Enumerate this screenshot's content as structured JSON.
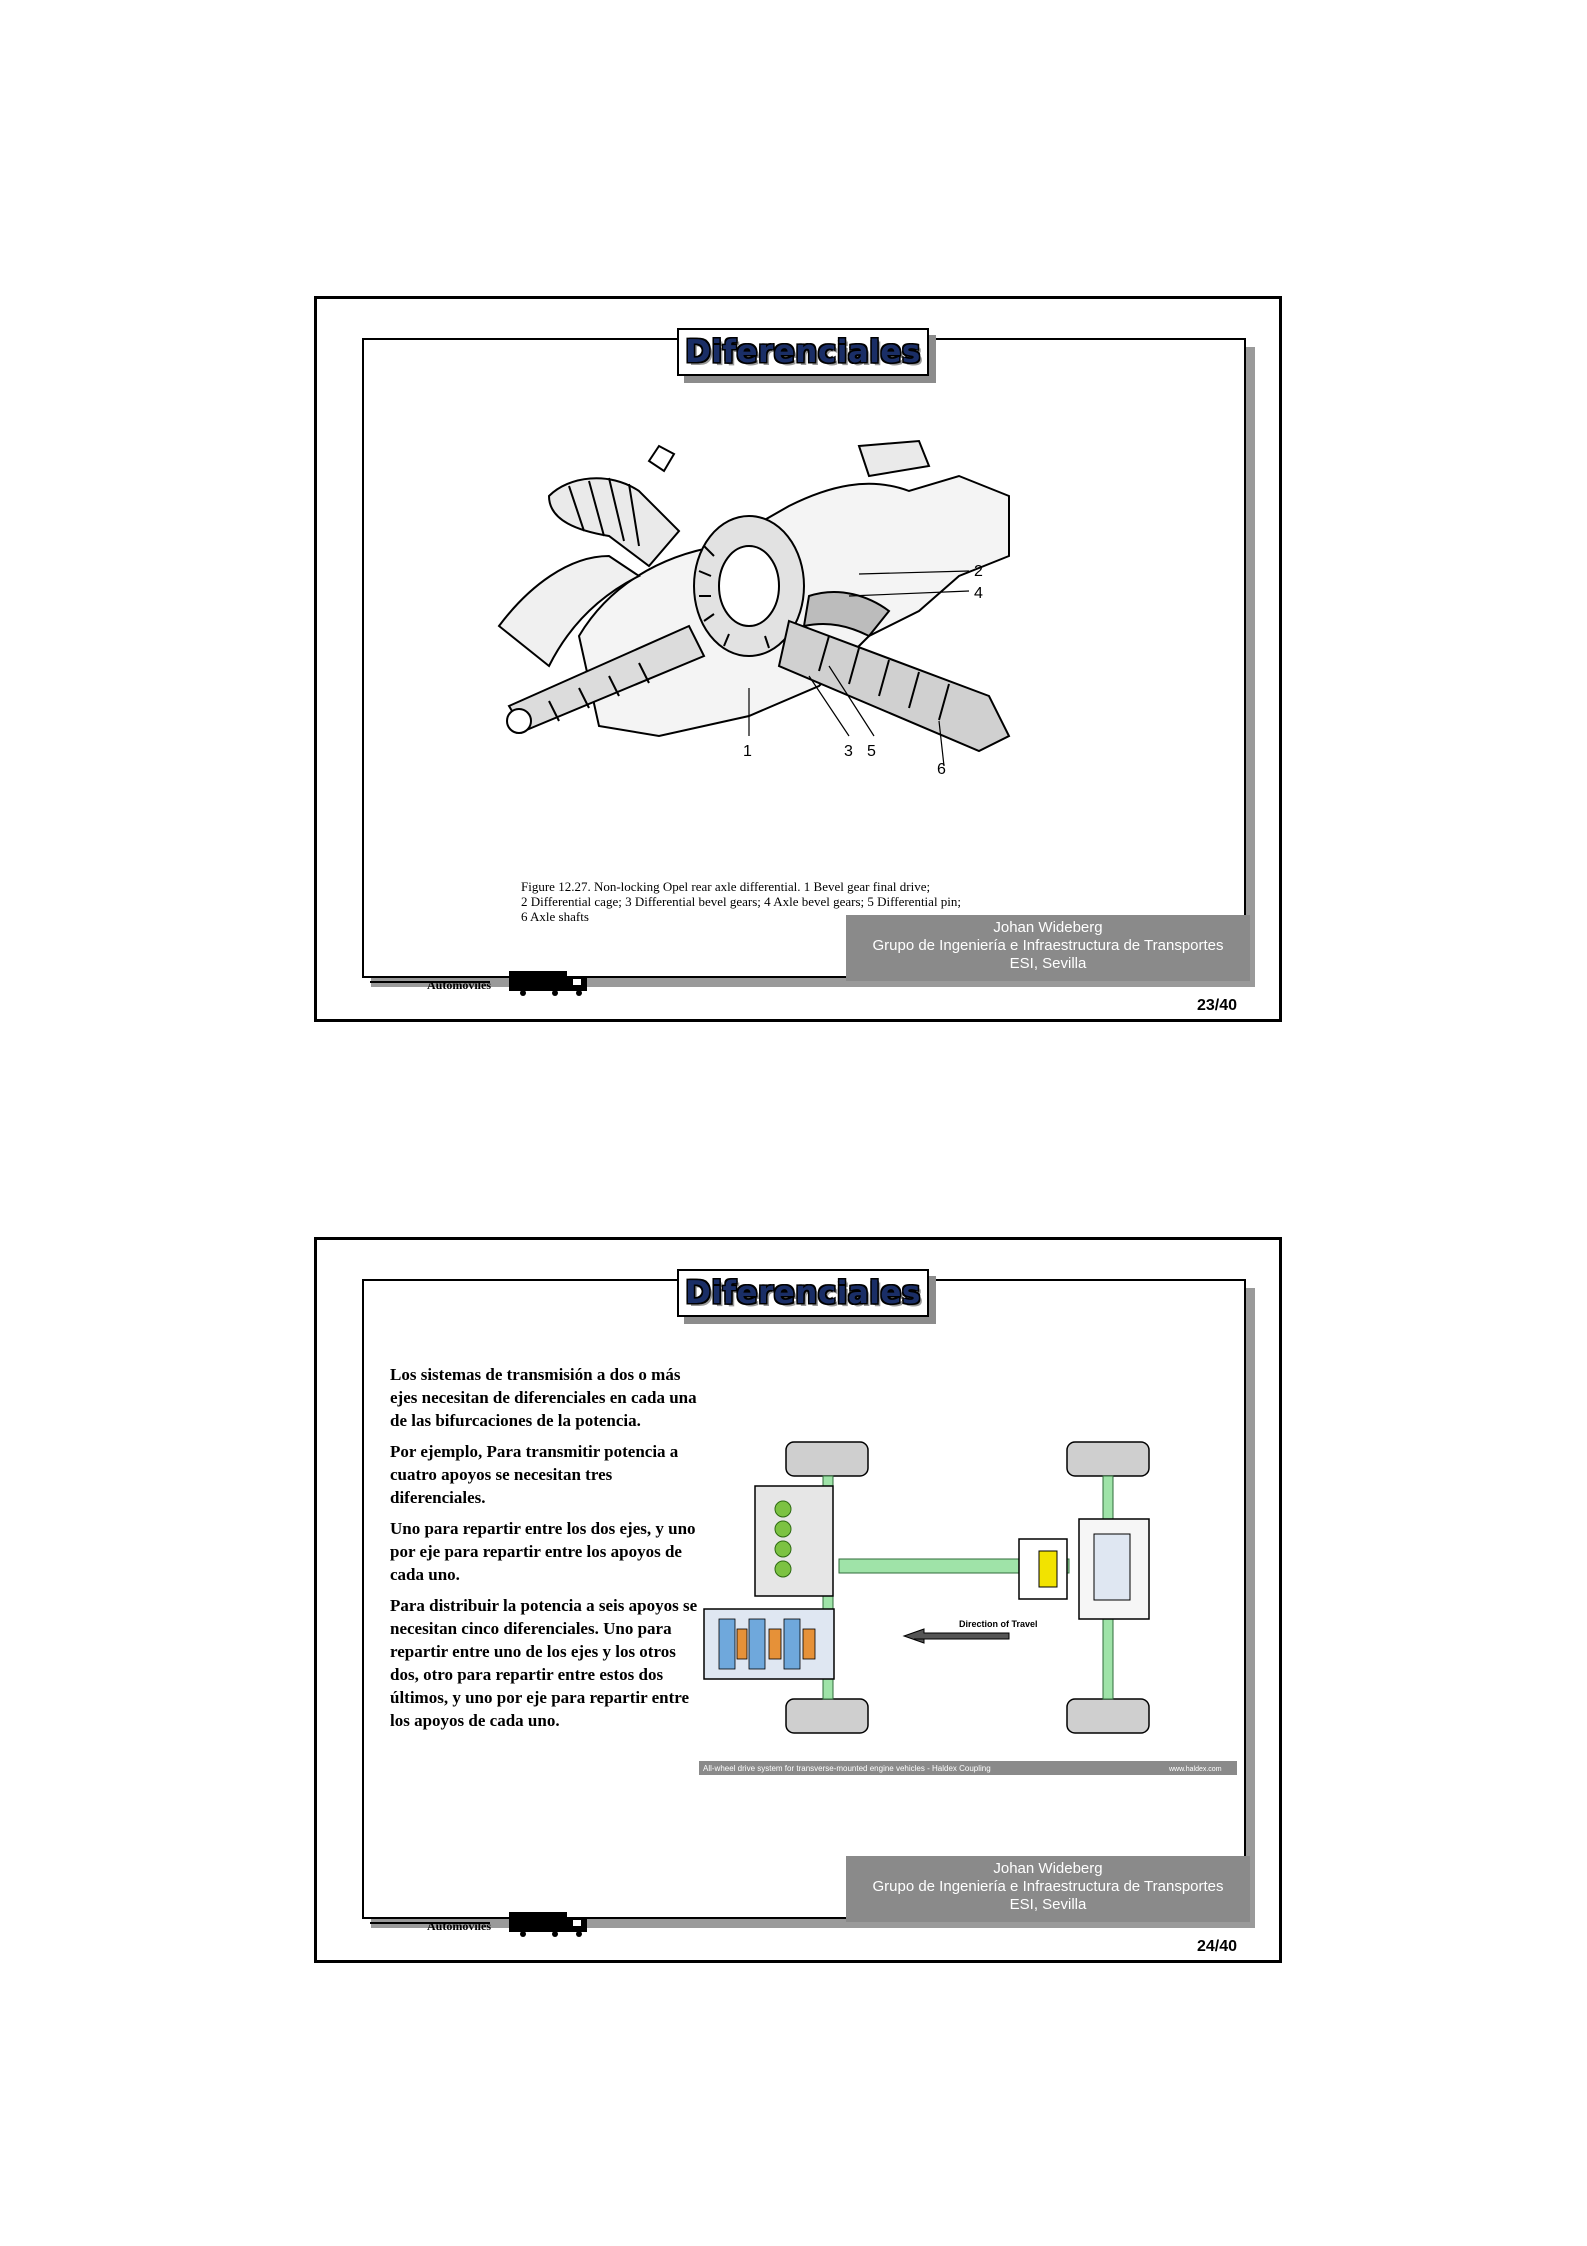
{
  "slides": [
    {
      "title": "Diferenciales",
      "figure": {
        "callouts": [
          "1",
          "2",
          "3",
          "4",
          "5",
          "6"
        ],
        "caption_lines": [
          "Figure 12.27.  Non-locking Opel rear axle differential.  1  Bevel gear final drive;",
          "2  Differential cage; 3  Differential bevel gears; 4  Axle bevel gears; 5  Differential pin;",
          "6  Axle shafts"
        ]
      },
      "credit": [
        "Johan Wideberg",
        "Grupo de Ingeniería e Infraestructura de Transportes",
        "ESI, Sevilla"
      ],
      "footer_label": "Automóviles",
      "page": "23/40"
    },
    {
      "title": "Diferenciales",
      "paragraphs": [
        "Los sistemas de transmisión a dos o más ejes necesitan de diferenciales en cada una de las bifurcaciones de la potencia.",
        " Por  ejemplo, Para transmitir potencia a cuatro apoyos se necesitan tres diferenciales.",
        " Uno para repartir entre los dos ejes, y uno por eje para repartir entre los apoyos de cada uno.",
        "Para distribuir la potencia a seis apoyos se necesitan cinco diferenciales. Uno para repartir entre uno de los ejes y los otros dos, otro para repartir entre estos dos últimos, y uno por eje para repartir entre los apoyos de cada uno."
      ],
      "figure": {
        "direction_label": "Direction of Travel",
        "caption": "All-wheel drive system for transverse-mounted engine vehicles - Haldex Coupling",
        "watermark": "www.haldex.com"
      },
      "credit": [
        "Johan Wideberg",
        "Grupo de Ingeniería e Infraestructura de Transportes",
        "ESI, Sevilla"
      ],
      "footer_label": "Automóviles",
      "page": "24/40"
    }
  ],
  "colors": {
    "title": "#1a2e66",
    "credit_bg": "#8a8a8a",
    "shaft_green": "#9fe3a8",
    "coupling_yellow": "#f2e300"
  }
}
